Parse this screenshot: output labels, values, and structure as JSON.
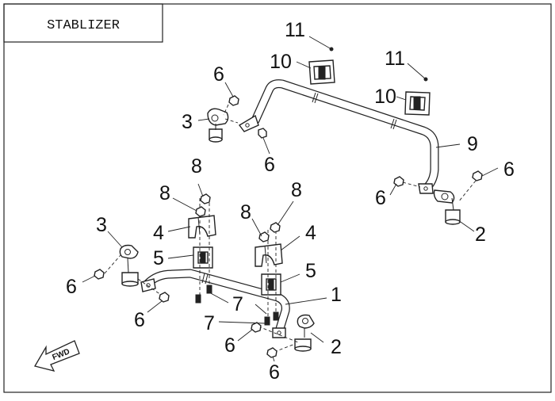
{
  "diagram": {
    "title": "STABLIZER",
    "fwd_badge": "FWD"
  },
  "callouts": [
    "11",
    "10",
    "11",
    "10",
    "6",
    "3",
    "6",
    "9",
    "6",
    "6",
    "2",
    "8",
    "8",
    "8",
    "8",
    "4",
    "4",
    "3",
    "5",
    "5",
    "1",
    "6",
    "7",
    "6",
    "7",
    "6",
    "2",
    "6"
  ]
}
